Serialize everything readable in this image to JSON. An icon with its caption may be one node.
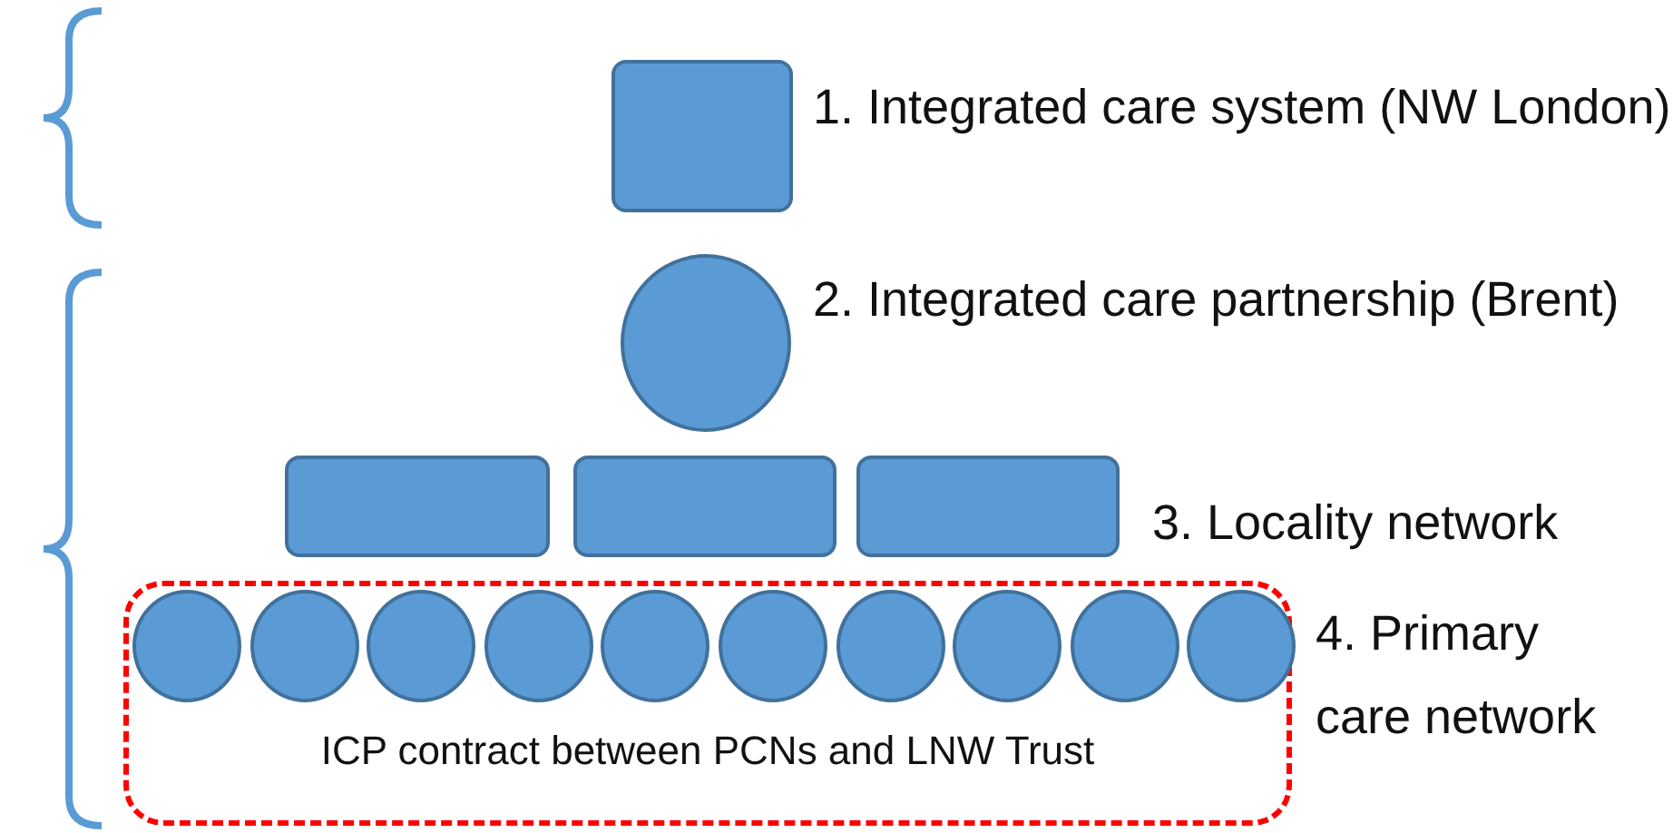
{
  "diagram": {
    "nodes": [
      {
        "text": [],
        "shape": "box",
        "beside": [
          "1. Integrated care system (NW London)"
        ]
      },
      {
        "text": [],
        "shape": "circle",
        "beside": [
          "2. Integrated care partnership (Brent)"
        ]
      },
      {
        "text": [],
        "shape": "box"
      },
      {
        "text": [],
        "shape": "box"
      },
      {
        "text": [],
        "shape": "box",
        "beside": [
          "3. Locality network"
        ]
      },
      {
        "text": [
          "ICP contract between PCNs and LNW Trust"
        ],
        "beside": [
          "4. Primary care network"
        ]
      },
      {
        "text": [],
        "shape": "circle",
        "in": 5
      },
      {
        "text": [],
        "shape": "circle",
        "in": 5
      },
      {
        "text": [],
        "shape": "circle",
        "in": 5
      },
      {
        "text": [],
        "shape": "circle",
        "in": 5
      },
      {
        "text": [],
        "shape": "circle",
        "in": 5
      },
      {
        "text": [],
        "shape": "circle",
        "in": 5
      },
      {
        "text": [],
        "shape": "circle",
        "in": 5
      },
      {
        "text": [],
        "shape": "circle",
        "in": 5
      },
      {
        "text": [],
        "shape": "circle",
        "in": 5
      },
      {
        "text": [],
        "shape": "circle",
        "in": 5
      }
    ]
  }
}
